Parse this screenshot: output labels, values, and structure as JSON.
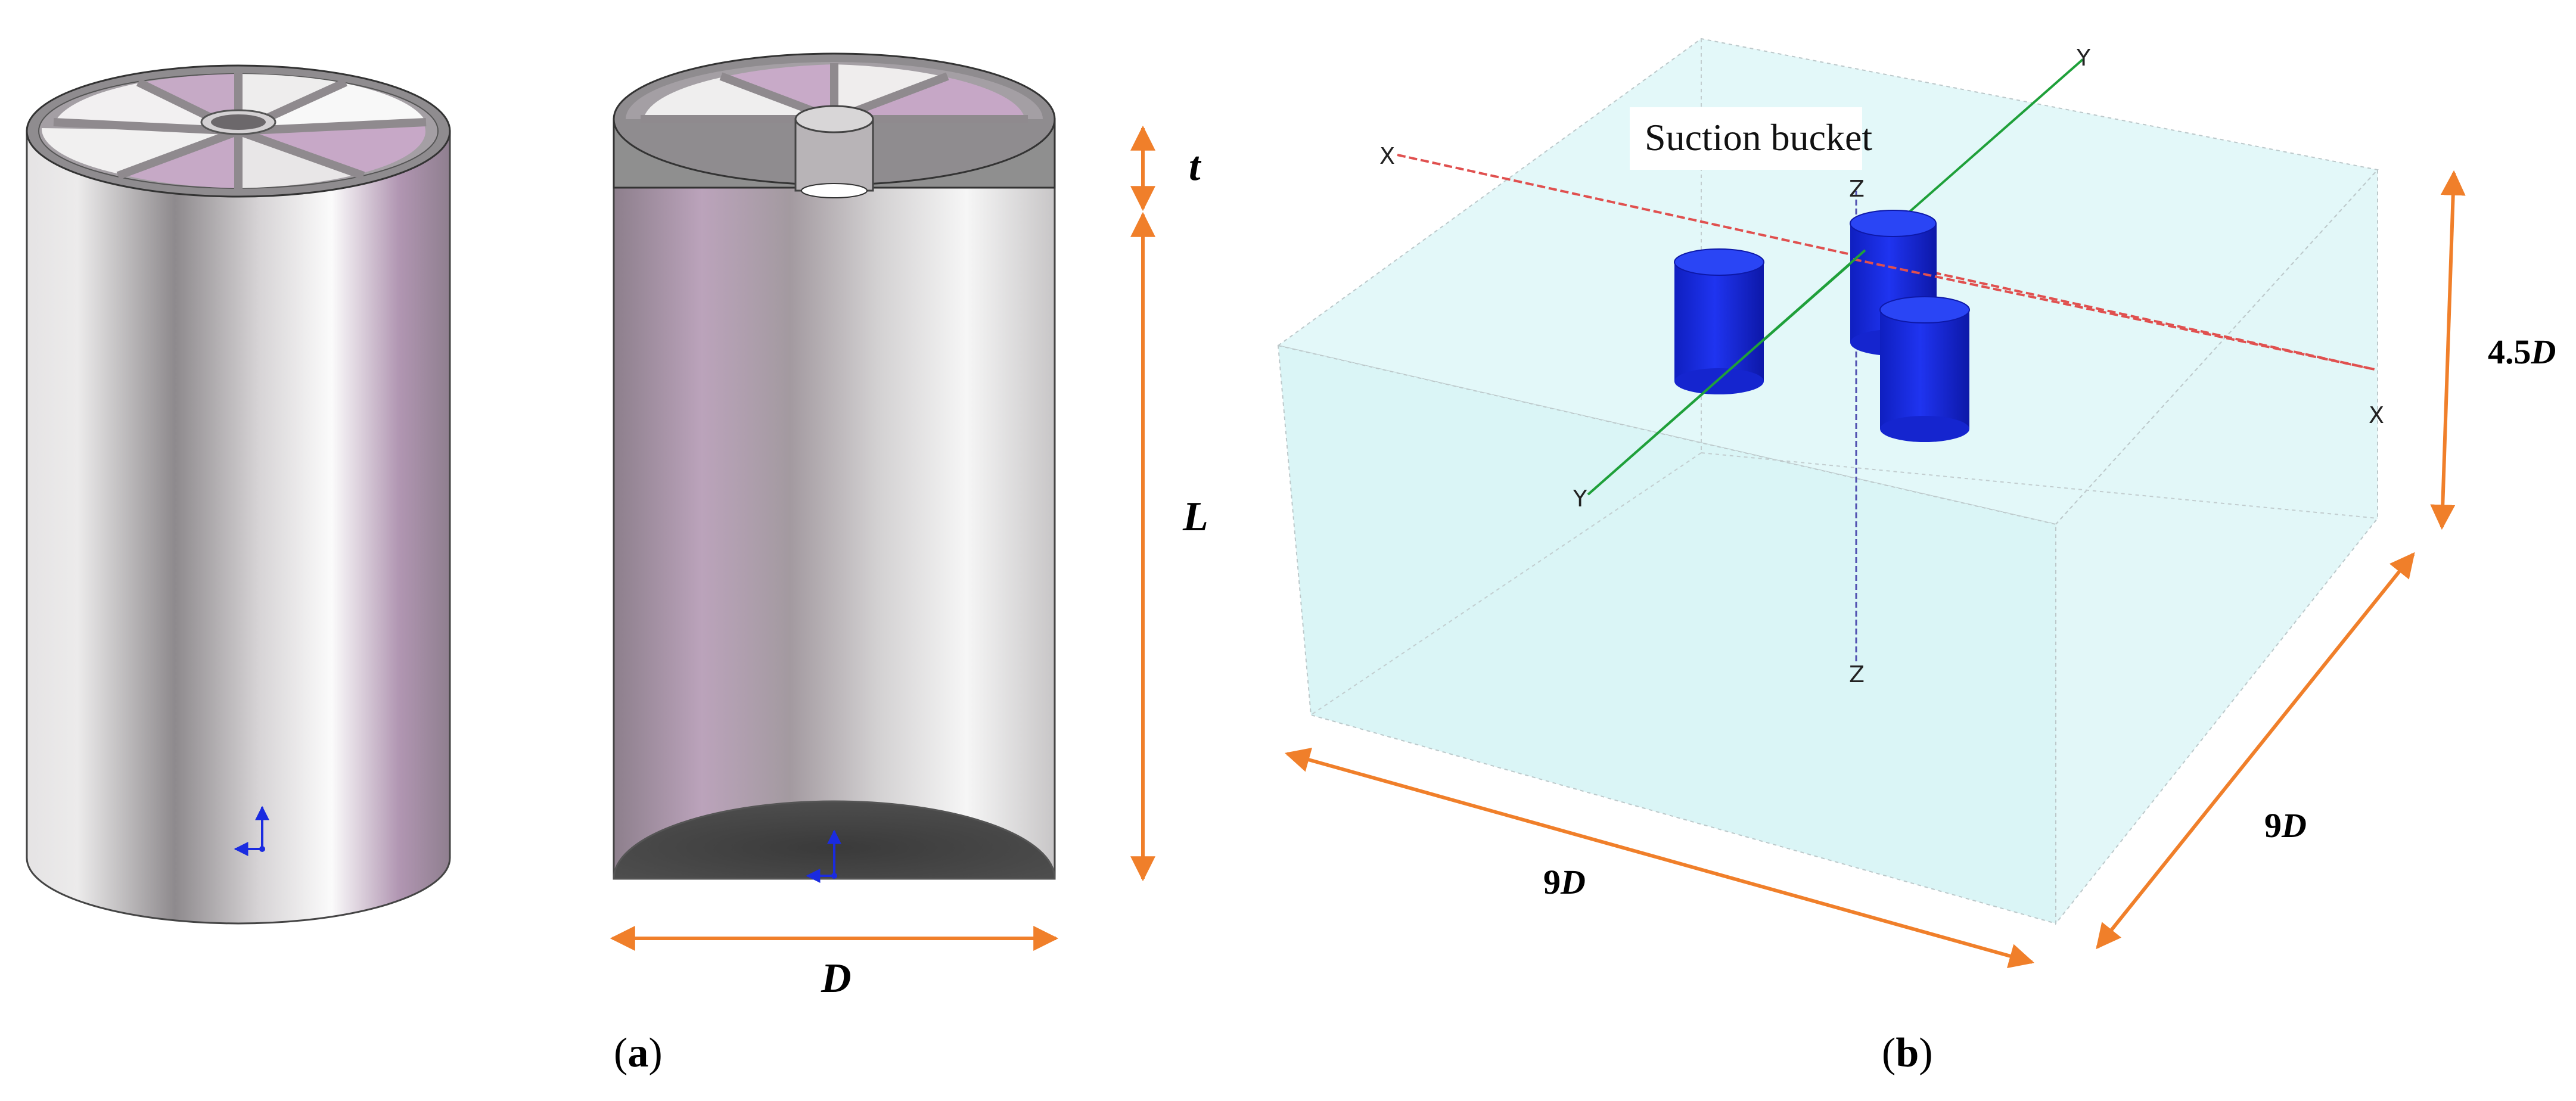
{
  "panel_a": {
    "caption_open": "(",
    "caption_letter": "a",
    "caption_close": ")",
    "labels": {
      "t": "t",
      "L": "L",
      "D": "D"
    }
  },
  "panel_b": {
    "caption_open": "(",
    "caption_letter": "b",
    "caption_close": ")",
    "title": "Suction bucket",
    "axes": {
      "x1": "X",
      "x2": "X",
      "y1": "Y",
      "y2": "Y",
      "z1": "Z",
      "z2": "Z"
    },
    "dims": {
      "height_num": "4.5",
      "height_var": "D",
      "width_num": "9",
      "width_var": "D",
      "depth_num": "9",
      "depth_var": "D"
    }
  },
  "colors": {
    "dimension_arrow": "#F07F2A",
    "bucket": "#1A2BE0",
    "x_axis": "#E0504F",
    "y_axis": "#1FA03A",
    "z_axis": "#5050B0",
    "soil_domain": "#DDF6F7"
  }
}
